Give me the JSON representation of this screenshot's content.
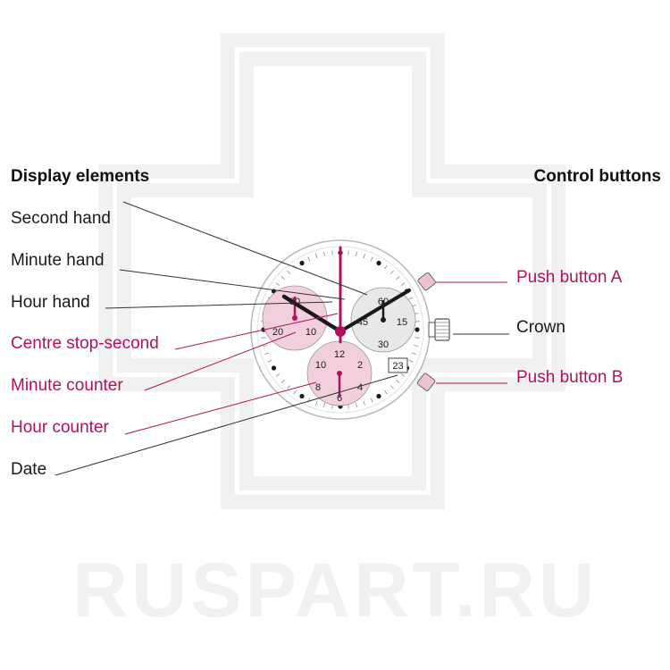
{
  "watermark": {
    "text": "RUSPART.RU",
    "color": "#f1f1f1"
  },
  "headings": {
    "left": "Display elements",
    "right": "Control buttons"
  },
  "left_labels": [
    {
      "id": "second-hand",
      "text": "Second hand",
      "accent": false
    },
    {
      "id": "minute-hand",
      "text": "Minute hand",
      "accent": false
    },
    {
      "id": "hour-hand",
      "text": "Hour hand",
      "accent": false
    },
    {
      "id": "centre-stop-second",
      "text": "Centre stop-second",
      "accent": true
    },
    {
      "id": "minute-counter",
      "text": "Minute counter",
      "accent": true
    },
    {
      "id": "hour-counter",
      "text": "Hour counter",
      "accent": true
    },
    {
      "id": "date",
      "text": "Date",
      "accent": false
    }
  ],
  "right_labels": [
    {
      "id": "push-button-a",
      "text": "Push button A",
      "accent": true
    },
    {
      "id": "crown",
      "text": "Crown",
      "accent": false
    },
    {
      "id": "push-button-b",
      "text": "Push button B",
      "accent": true
    }
  ],
  "dial": {
    "date_window": "23",
    "minute_counter_numbers": [
      "30",
      "10",
      "20"
    ],
    "seconds_subdial_numbers": [
      "60",
      "15",
      "30",
      "45"
    ],
    "hour_counter_numbers": [
      "12",
      "2",
      "4",
      "6",
      "8",
      "10"
    ]
  },
  "colors": {
    "accent": "#b0105f",
    "pink_subdial": "#f2cfdc",
    "grey_subdial": "#e8e8e8",
    "ink": "#1a1a1a",
    "leader": "#333333",
    "pink_button": "#edc2d3"
  }
}
